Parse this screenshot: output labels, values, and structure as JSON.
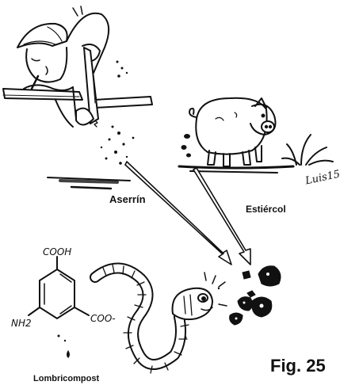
{
  "labels": {
    "sawdust": "Aserrín",
    "manure": "Estiércol",
    "product": "Lombricompost",
    "figure": "Fig. 25"
  },
  "signature": "Luis15",
  "chemistry": {
    "top_group": "COOH",
    "amine": "NH2",
    "side_group": "COO-"
  },
  "colors": {
    "ink": "#111111",
    "background": "#ffffff"
  }
}
